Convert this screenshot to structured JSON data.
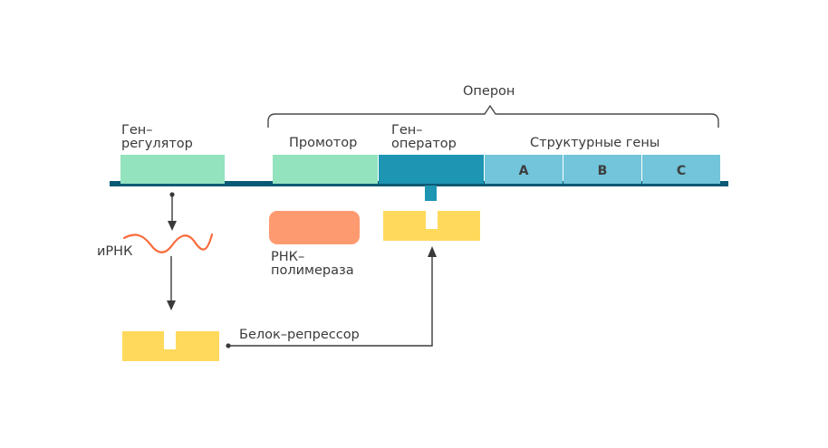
{
  "title": "Оперон",
  "labels": {
    "regulator_gene": "Ген–\nрегулятор",
    "promoter": "Промотор",
    "operator_gene": "Ген–\nоператор",
    "structural_genes": "Структурные гены",
    "mrna": "иРНК",
    "rna_polymerase": "РНК–\nполимераза",
    "repressor_protein": "Белок–репрессор"
  },
  "genes": [
    "A",
    "B",
    "C"
  ],
  "colors": {
    "dna_line": "#0b5a73",
    "regulator": "#93e3bf",
    "promoter": "#93e3bf",
    "operator": "#1d95b3",
    "structural": "#72c5da",
    "repressor": "#ffd95c",
    "polymerase": "#fe9a70",
    "mrna": "#fa6a3a",
    "arrow": "#3a3a3a"
  }
}
